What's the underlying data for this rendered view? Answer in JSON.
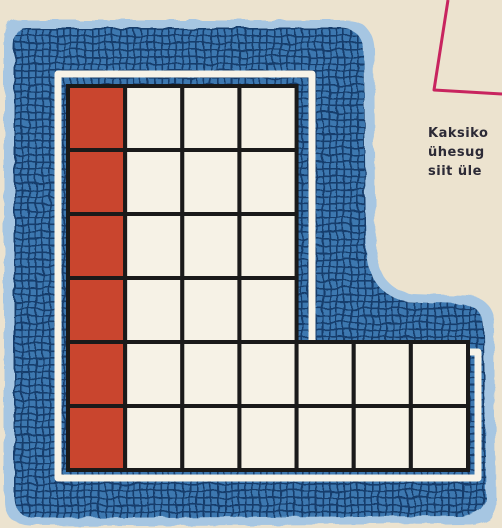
{
  "colors": {
    "paper": "#ece3cf",
    "blue_border": "#3d78b0",
    "blue_halo": "#9cc1de",
    "blue_hatch": "#123a66",
    "cell_fill": "#f6f2e6",
    "grid_line": "#1a1a1a",
    "red_cells": "#c9452e",
    "magenta_frame": "#c8245f",
    "caption_text": "#2c2a36"
  },
  "board": {
    "columns": 7,
    "rows": 6,
    "tall_columns": 4,
    "red_column_index": 0,
    "bottom_full_rows": 2
  },
  "caption": {
    "lines": [
      "Kaksiko",
      "ühesug",
      "siit üle"
    ]
  }
}
